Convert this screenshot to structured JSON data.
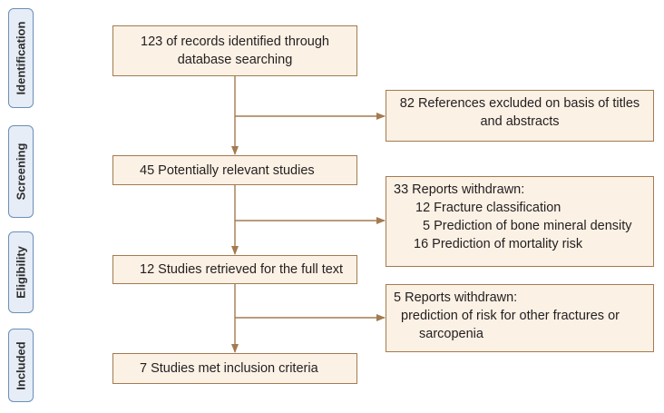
{
  "phases": [
    {
      "label": "Identification"
    },
    {
      "label": "Screening"
    },
    {
      "label": "Eligibility"
    },
    {
      "label": "Included"
    }
  ],
  "main": {
    "identified": [
      "123 of records identified through",
      "database searching"
    ],
    "screened": "45 Potentially relevant studies",
    "retrieved": "12 Studies retrieved for the full text",
    "included": "7 Studies met inclusion criteria"
  },
  "side": {
    "excluded": [
      "82 References excluded on basis of titles",
      "and abstracts"
    ],
    "withdrawn1": {
      "header": "33 Reports withdrawn:",
      "items": [
        "12 Fracture classification",
        "5 Prediction of bone mineral density",
        "16 Prediction of mortality risk"
      ]
    },
    "withdrawn2": {
      "header": "5 Reports withdrawn:",
      "items": [
        "prediction of risk for other fractures or",
        "sarcopenia"
      ]
    }
  },
  "colors": {
    "box_fill": "#fbf1e5",
    "box_border": "#a37b50",
    "arrow": "#a37b50",
    "phase_fill": "#e6edf6",
    "phase_border": "#6b8fb8"
  }
}
